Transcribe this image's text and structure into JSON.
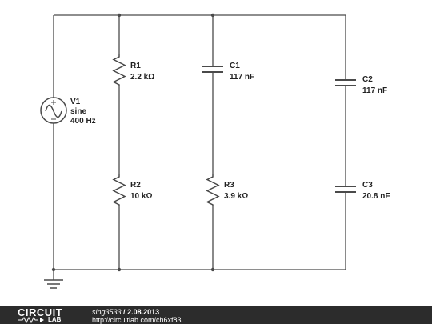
{
  "components": {
    "v1": {
      "name": "V1",
      "type": "sine",
      "freq": "400 Hz"
    },
    "r1": {
      "name": "R1",
      "value": "2.2 kΩ"
    },
    "r2": {
      "name": "R2",
      "value": "10 kΩ"
    },
    "r3": {
      "name": "R3",
      "value": "3.9 kΩ"
    },
    "c1": {
      "name": "C1",
      "value": "117 nF"
    },
    "c2": {
      "name": "C2",
      "value": "117 nF"
    },
    "c3": {
      "name": "C3",
      "value": "20.8 nF"
    }
  },
  "footer": {
    "logo_top": "CIRCUIT",
    "logo_bottom": "LAB",
    "author": "sing3533",
    "separator": " / ",
    "date": "2.08.2013",
    "url": "http://circuitlab.com/ch6xf83"
  },
  "colors": {
    "wire": "#4a4a4a",
    "footer_bg": "#2c2c2c",
    "text": "#222222"
  }
}
